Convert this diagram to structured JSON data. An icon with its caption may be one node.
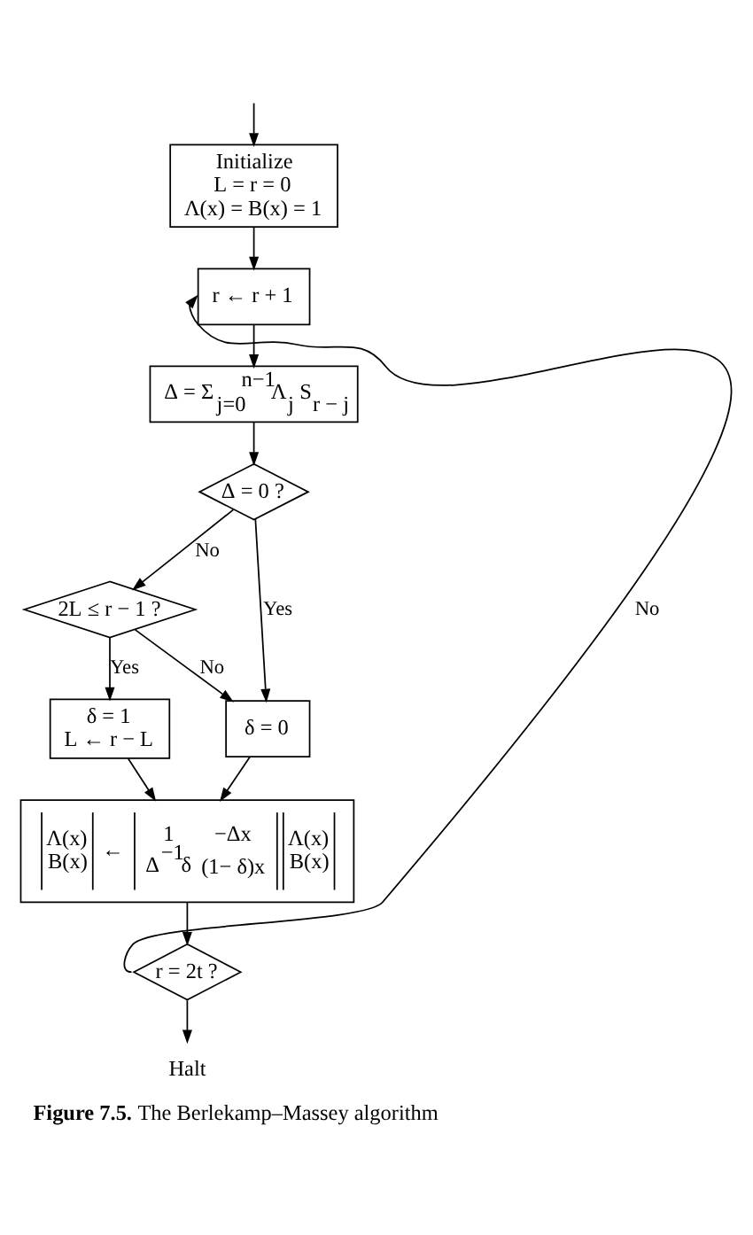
{
  "diagram": {
    "caption": "**Figure 7.5.** The Berlekamp–Massey algorithm",
    "nodes": [
      {
        "text": [
          "Initialize",
          "L = r = 0",
          "Λ(x) = B(x) = 1"
        ]
      },
      {
        "text": [
          "r ← r + 1"
        ]
      },
      {
        "text": [
          "Δ = Σ$_{j=0}$$^{n−1}$Λ$_{j}$ S$_{r − j}$"
        ]
      },
      {
        "text": [
          "Δ = 0 ?"
        ]
      },
      {
        "text": [
          "2L ≤ r − 1 ?"
        ]
      },
      {
        "text": [
          "δ = 1",
          "L ← r − L"
        ]
      },
      {
        "text": [
          "δ = 0"
        ]
      },
      {
        "text": [
          "Λ(x)",
          "B(x)",
          "←",
          "1",
          "−Δx",
          "Δ$^{−1}$δ",
          "(1− δ)x",
          "Λ(x)",
          "B(x)"
        ]
      },
      {
        "text": [
          "r = 2t ?"
        ]
      },
      {
        "text": [
          "Halt"
        ]
      }
    ],
    "edges": [
      {
        "from": null,
        "to": 0,
        "arrow": "to"
      },
      {
        "from": 0,
        "to": 1,
        "arrow": "to"
      },
      {
        "from": 1,
        "to": 2,
        "arrow": "to"
      },
      {
        "from": 2,
        "to": 3,
        "arrow": "to"
      },
      {
        "from": 3,
        "to": 4,
        "arrow": "to",
        "label": "No"
      },
      {
        "from": 3,
        "to": 6,
        "arrow": "to",
        "label": "Yes"
      },
      {
        "from": 4,
        "to": 6,
        "arrow": "to",
        "label": "No"
      },
      {
        "from": 4,
        "to": 5,
        "arrow": "to",
        "label": "Yes"
      },
      {
        "from": 5,
        "to": 7,
        "arrow": "to"
      },
      {
        "from": 6,
        "to": 7,
        "arrow": "to"
      },
      {
        "from": 7,
        "to": 8,
        "arrow": "to"
      },
      {
        "from": 8,
        "to": 1,
        "arrow": "to",
        "label": "No"
      },
      {
        "from": 8,
        "to": 9,
        "arrow": "to"
      }
    ]
  }
}
